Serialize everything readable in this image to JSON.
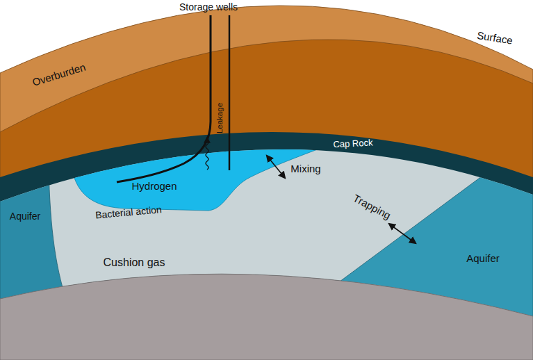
{
  "diagram": {
    "labels": [
      "Storage wells",
      "Surface",
      "Overburden",
      "Leakage",
      "Cap Rock",
      "Hydrogen",
      "Mixing",
      "Bacterial action",
      "Trapping",
      "Cushion gas",
      "Aquifer",
      "Aquifer"
    ]
  }
}
